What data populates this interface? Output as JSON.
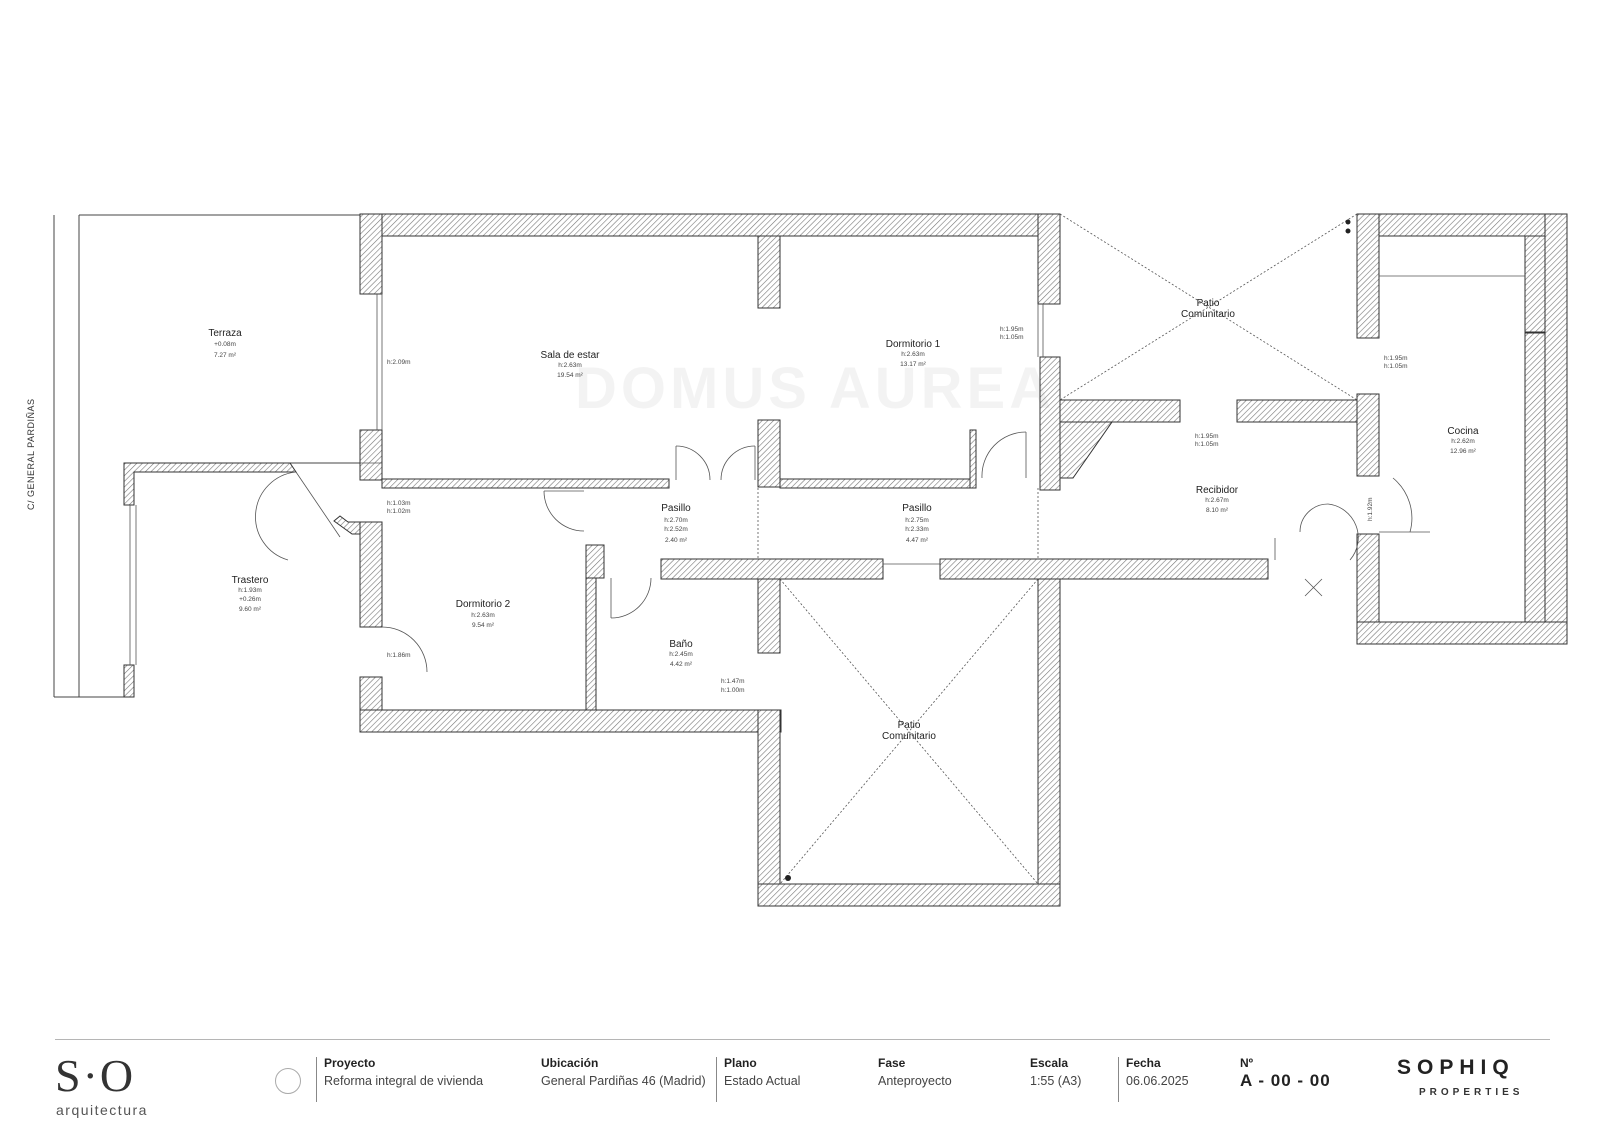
{
  "street_label": "C/ GENERAL PARDIÑAS",
  "watermark": "DOMUS AUREA",
  "rooms": {
    "terraza": {
      "name": "Terraza",
      "height": "+0.08m",
      "area": "7.27 m²"
    },
    "sala": {
      "name": "Sala de estar",
      "height": "h:2.63m",
      "area": "19.54 m²",
      "window": "h:2.09m"
    },
    "dormitorio1": {
      "name": "Dormitorio 1",
      "height": "h:2.63m",
      "area": "13.17 m²",
      "window": "h:1.95m",
      "window2": "h:1.05m"
    },
    "patio_top": {
      "name": "Patio",
      "name2": "Comunitario"
    },
    "cocina": {
      "name": "Cocina",
      "height": "h:2.62m",
      "area": "12.96 m²",
      "window": "h:1.95m",
      "window2": "h:1.05m",
      "door": "h:1.92m"
    },
    "recibidor": {
      "name": "Recibidor",
      "height": "h:2.67m",
      "area": "8.10 m²",
      "window": "h:1.95m",
      "window2": "h:1.05m"
    },
    "pasillo1": {
      "name": "Pasillo",
      "height": "h:2.70m",
      "height2": "h:2.52m",
      "area": "2.40 m²"
    },
    "pasillo2": {
      "name": "Pasillo",
      "height": "h:2.75m",
      "height2": "h:2.33m",
      "area": "4.47 m²"
    },
    "trastero": {
      "name": "Trastero",
      "height": "h:1.93m",
      "height2": "+0.26m",
      "area": "9.60 m²"
    },
    "dormitorio2": {
      "name": "Dormitorio 2",
      "height": "h:2.63m",
      "area": "9.54 m²",
      "window": "h:1.03m",
      "window2": "h:1.02m",
      "door": "h:1.86m"
    },
    "bano": {
      "name": "Baño",
      "height": "h:2.45m",
      "area": "4.42 m²",
      "window": "h:1.47m",
      "window2": "h:1.00m"
    },
    "patio_bottom": {
      "name": "Patio",
      "name2": "Comunitario"
    }
  },
  "footer": {
    "logo_main": "S·O",
    "logo_sub": "arquitectura",
    "proyecto_label": "Proyecto",
    "proyecto_value": "Reforma integral de vivienda",
    "ubicacion_label": "Ubicación",
    "ubicacion_value": "General Pardiñas 46 (Madrid)",
    "plano_label": "Plano",
    "plano_value": "Estado Actual",
    "fase_label": "Fase",
    "fase_value": "Anteproyecto",
    "escala_label": "Escala",
    "escala_value": "1:55 (A3)",
    "fecha_label": "Fecha",
    "fecha_value": "06.06.2025",
    "num_label": "Nº",
    "num_value": "A - 00 - 00",
    "brand": "SOPHIQ",
    "brand_sub": "PROPERTIES"
  }
}
